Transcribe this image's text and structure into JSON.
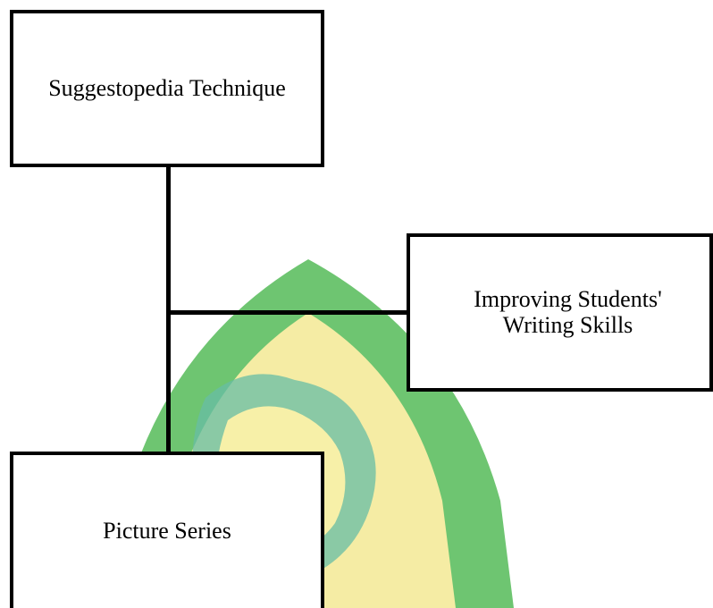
{
  "diagram": {
    "nodes": {
      "technique": {
        "label": "Suggestopedia Technique"
      },
      "goal": {
        "label": "Improving Students'\nWriting Skills"
      },
      "media": {
        "label": "Picture Series"
      }
    },
    "edges": [
      {
        "from": "technique",
        "to": "media"
      },
      {
        "from": "trunk",
        "to": "goal"
      }
    ]
  },
  "watermark": {
    "icon": "university-logo-watermark",
    "colors": {
      "green": "#2fa84f",
      "yellow": "#f2e36b",
      "teal": "#2f9a7f"
    }
  }
}
